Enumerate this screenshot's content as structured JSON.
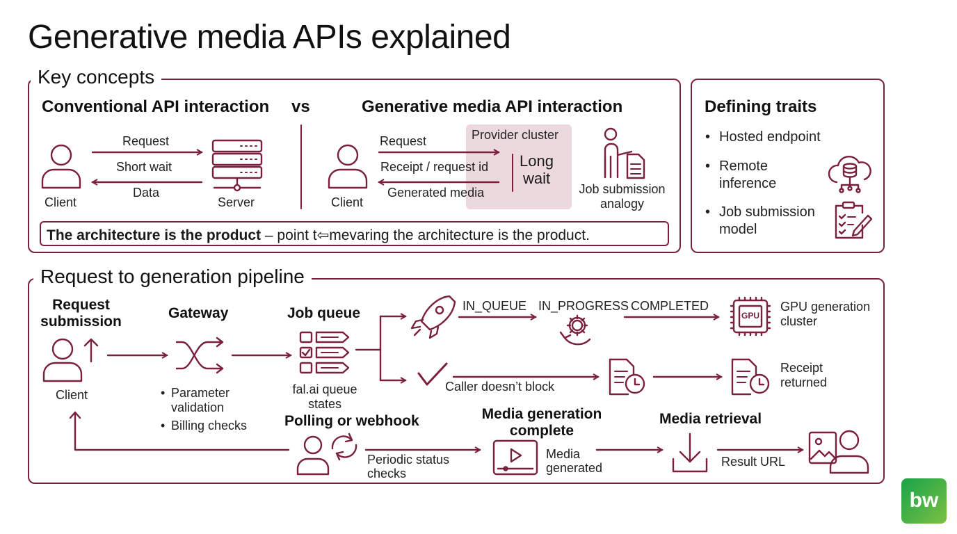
{
  "title": "Generative media APIs explained",
  "key_concepts": {
    "heading": "Key concepts",
    "conventional": {
      "heading": "Conventional API interaction",
      "request": "Request",
      "short_wait": "Short wait",
      "data": "Data",
      "client": "Client",
      "server": "Server"
    },
    "vs": "vs",
    "generative": {
      "heading": "Generative media API interaction",
      "request": "Request",
      "receipt": "Receipt / request id",
      "generated_media": "Generated media",
      "client": "Client",
      "provider_cluster": "Provider cluster",
      "long_wait_1": "Long",
      "long_wait_2": "wait",
      "analogy_1": "Job submission",
      "analogy_2": "analogy"
    },
    "note_bold": "The architecture is the product",
    "note_rest": " – point t⇦mevaring the architecture is the product."
  },
  "traits": {
    "heading": "Defining traits",
    "items": [
      "Hosted endpoint",
      "Remote",
      "inference",
      "Job submission",
      "model"
    ]
  },
  "pipeline": {
    "heading": "Request to generation pipeline",
    "request_submission_1": "Request",
    "request_submission_2": "submission",
    "client": "Client",
    "gateway": "Gateway",
    "gateway_bullets": [
      "Parameter",
      "validation",
      "Billing checks"
    ],
    "job_queue": "Job queue",
    "queue_states_1": "fal.ai queue",
    "queue_states_2": "states",
    "in_queue": "IN_QUEUE",
    "in_progress": "IN_PROGRESS",
    "completed": "COMPLETED",
    "gpu_cluster_1": "GPU generation",
    "gpu_cluster_2": "cluster",
    "gpu_chip": "GPU",
    "caller": "Caller doesn’t block",
    "receipt_1": "Receipt",
    "receipt_2": "returned",
    "polling": "Polling or webhook",
    "periodic_1": "Periodic status",
    "periodic_2": "checks",
    "media_complete_1": "Media generation",
    "media_complete_2": "complete",
    "media_generated_1": "Media",
    "media_generated_2": "generated",
    "retrieval": "Media retrieval",
    "result_url": "Result URL"
  },
  "logo": "bw",
  "colors": {
    "accent": "#7a1f3d",
    "cluster_fill": "#ecd9dd",
    "logo_green": "#18a34a"
  }
}
